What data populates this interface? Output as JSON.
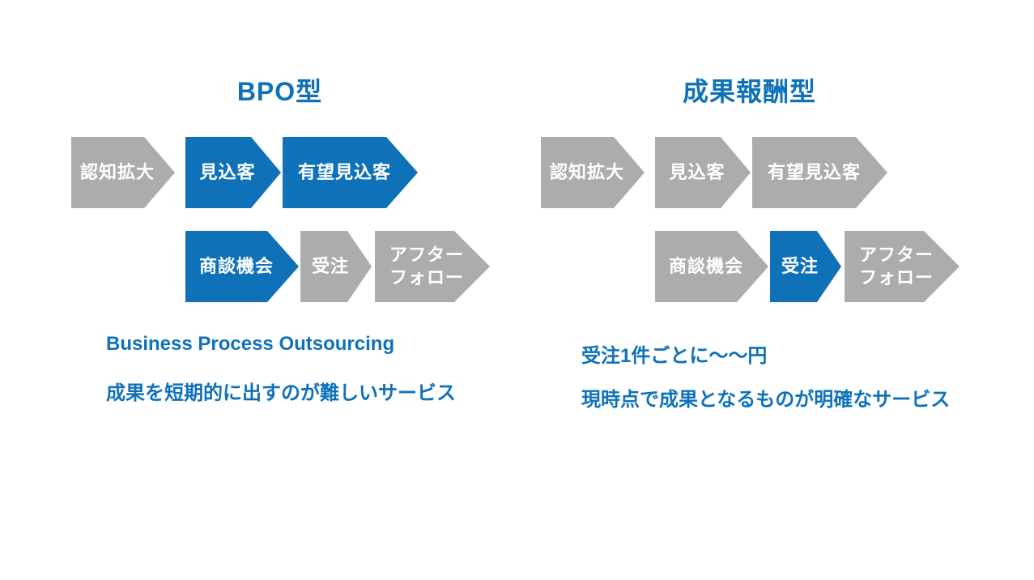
{
  "colors": {
    "accent_blue": "#0f72b8",
    "neutral_gray": "#acacac",
    "label_text": "#ffffff",
    "background": "#ffffff"
  },
  "panels": {
    "left": {
      "title": "BPO型",
      "funnel_row1": [
        {
          "label": "認知拡大",
          "color": "gray"
        },
        {
          "label": "見込客",
          "color": "blue"
        },
        {
          "label": "有望見込客",
          "color": "blue"
        }
      ],
      "funnel_row2": [
        {
          "label": "商談機会",
          "color": "blue"
        },
        {
          "label": "受注",
          "color": "gray"
        },
        {
          "label_lines": [
            "アフター",
            "フォロー"
          ],
          "color": "gray"
        }
      ],
      "captions": [
        "Business Process Outsourcing",
        "成果を短期的に出すのが難しいサービス"
      ]
    },
    "right": {
      "title": "成果報酬型",
      "funnel_row1": [
        {
          "label": "認知拡大",
          "color": "gray"
        },
        {
          "label": "見込客",
          "color": "gray"
        },
        {
          "label": "有望見込客",
          "color": "gray"
        }
      ],
      "funnel_row2": [
        {
          "label": "商談機会",
          "color": "gray"
        },
        {
          "label": "受注",
          "color": "blue"
        },
        {
          "label_lines": [
            "アフター",
            "フォロー"
          ],
          "color": "gray"
        }
      ],
      "captions": [
        "受注1件ごとに～～円",
        "現時点で成果となるものが明確なサービス"
      ]
    }
  }
}
